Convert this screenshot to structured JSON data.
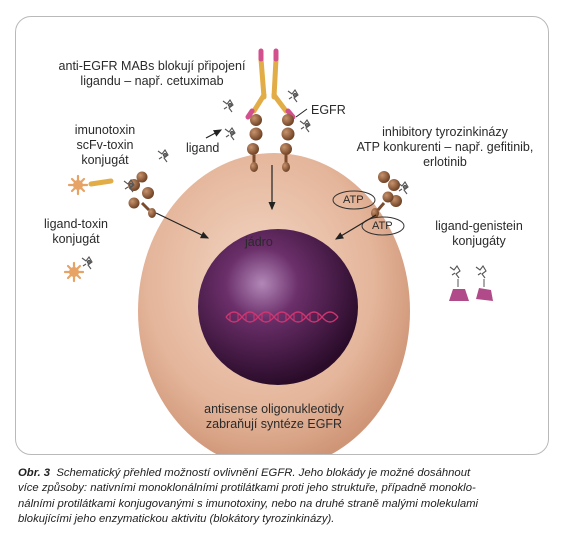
{
  "labels": {
    "mab": [
      "anti-EGFR MABs blokují připojení",
      "ligandu – např. cetuximab"
    ],
    "egfr": "EGFR",
    "ligand": "ligand",
    "immunotoxin": [
      "imunotoxin",
      "scFv-toxin",
      "konjugát"
    ],
    "tki": [
      "inhibitory tyrozinkinázy",
      "ATP konkurenti – např. gefitinib,",
      "erlotinib"
    ],
    "atp1": "ATP",
    "atp2": "ATP",
    "ligand_toxin": [
      "ligand-toxin",
      "konjugát"
    ],
    "genistein": [
      "ligand-genistein",
      "konjugáty"
    ],
    "nucleus": "jádro",
    "antisense": [
      "antisense oligonukleotidy",
      "zabraňují syntéze EGFR"
    ]
  },
  "caption": {
    "prefix": "Obr. 3",
    "lines": [
      "Schematický přehled možností ovlivnění EGFR. Jeho blokády je možné dosáhnout",
      "více způsoby: nativními monoklonálními protilátkami proti jeho struktuře, případně monoklo-",
      "nálními protilátkami konjugovanými s imunotoxiny, nebo na druhé straně malými molekulami",
      "blokujícími jeho enzymatickou aktivitu (blokátory tyrozinkinázy)."
    ]
  },
  "colors": {
    "cell": "#dca98e",
    "nucleus": "#4a1a48",
    "receptor": "#8e5c3c",
    "antibody": "#e2ad47",
    "antibody_tip": "#d2508e",
    "dna": "#c7326a",
    "genistein_base": "#b04a88",
    "toxin": "#e7a366"
  }
}
